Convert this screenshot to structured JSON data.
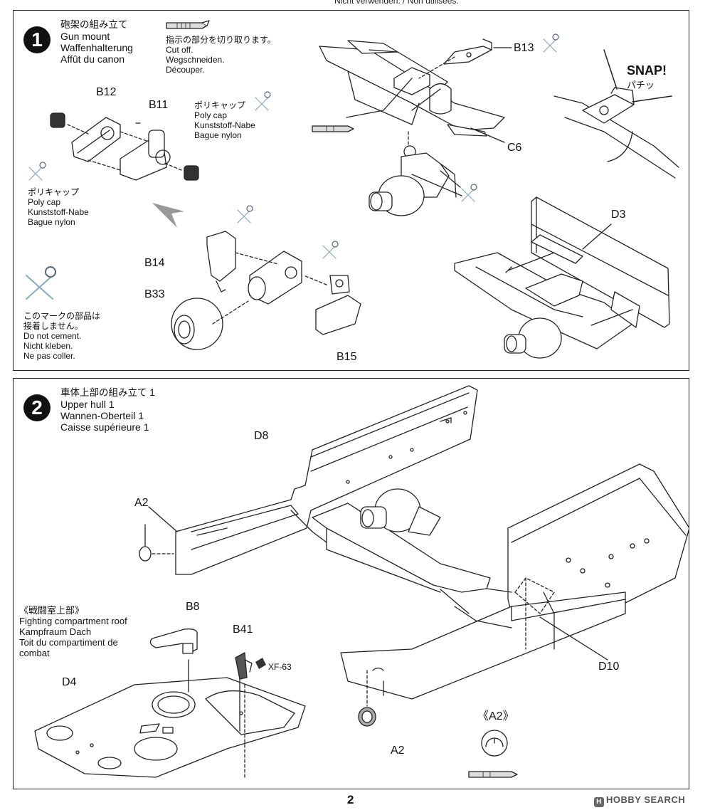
{
  "header_note": "Nicht verwenden. / Non utilisées.",
  "step1": {
    "number": "1",
    "title_jp": "砲架の組み立て",
    "title_en": "Gun mount",
    "title_de": "Waffenhalterung",
    "title_fr": "Affût du canon",
    "cut_note": {
      "jp": "指示の部分を切り取ります。",
      "en": "Cut off.",
      "de": "Wegschneiden.",
      "fr": "Découper."
    },
    "poly_cap_upper": {
      "jp": "ポリキャップ",
      "en": "Poly cap",
      "de": "Kunststoff-Nabe",
      "fr": "Bague nylon"
    },
    "poly_cap_lower": {
      "jp": "ポリキャップ",
      "en": "Poly cap",
      "de": "Kunststoff-Nabe",
      "fr": "Bague nylon"
    },
    "no_cement_note": {
      "jp1": "このマークの部品は",
      "jp2": "接着しません。",
      "en": "Do not cement.",
      "de": "Nicht kleben.",
      "fr": "Ne pas coller."
    },
    "snap_en": "SNAP!",
    "snap_jp": "パチッ",
    "labels": {
      "b12": "B12",
      "b11": "B11",
      "b13": "B13",
      "c6": "C6",
      "d3": "D3",
      "b14": "B14",
      "b33": "B33",
      "b15": "B15"
    }
  },
  "step2": {
    "number": "2",
    "title_jp": "車体上部の組み立て 1",
    "title_en": "Upper hull 1",
    "title_de": "Wannen-Oberteil 1",
    "title_fr": "Caisse supérieure 1",
    "roof_note": {
      "jp": "《戦闘室上部》",
      "en": "Fighting compartment roof",
      "de": "Kampfraum Dach",
      "fr1": "Toit du compartiment de",
      "fr2": "combat"
    },
    "paint_code": "XF-63",
    "detail_label": "《A2》",
    "labels": {
      "d8": "D8",
      "a2_left": "A2",
      "b8": "B8",
      "b41": "B41",
      "d4": "D4",
      "d10": "D10",
      "a2_bottom": "A2"
    }
  },
  "page_number": "2",
  "watermark": "HOBBY SEARCH",
  "watermark_mark": "H"
}
